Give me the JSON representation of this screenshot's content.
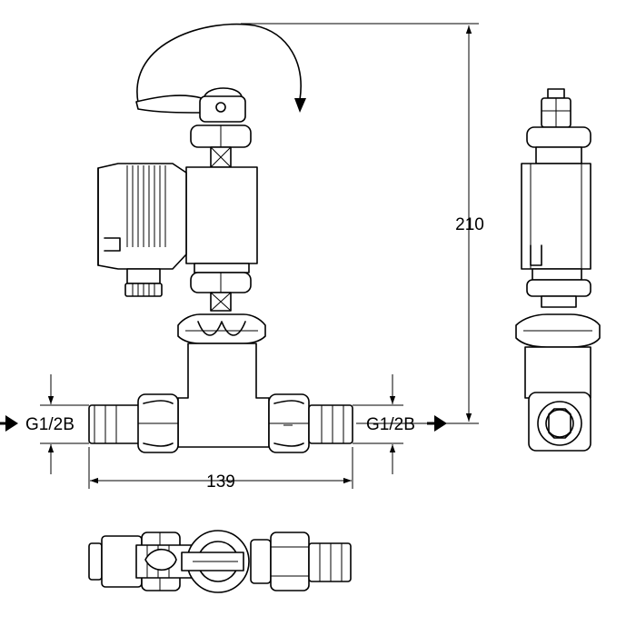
{
  "dimensions": {
    "height": "210",
    "width": "139",
    "inlet_thread": "G1/2B",
    "outlet_thread": "G1/2B"
  }
}
